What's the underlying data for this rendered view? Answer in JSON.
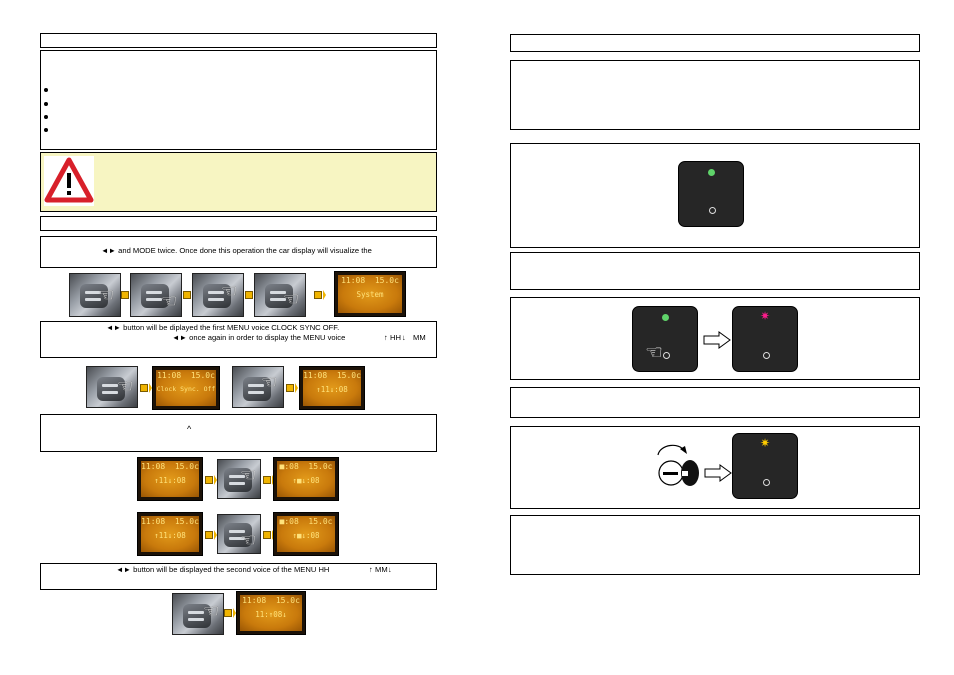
{
  "left_column": {
    "para_mode": "◄► and MODE twice. Once done this operation the car display will visualize the",
    "lcd_step1": {
      "time": "11:08",
      "temp": "15.0c",
      "text": "System"
    },
    "para_menu1_line1": "◄► button will be diplayed the first MENU voice CLOCK SYNC OFF.",
    "para_menu1_line2": "◄► once again in order to display the MENU voice",
    "para_menu1_hh": "HH",
    "para_menu1_mm": "MM",
    "lcd_step2a": {
      "time": "11:08",
      "temp": "15.0c",
      "text": "Clock Sync. Off"
    },
    "lcd_step2b": {
      "time": "11:08",
      "temp": "15.0c",
      "text": "↑11↓:08"
    },
    "para_caret": "^",
    "lcd_step3a": {
      "time": "11:08",
      "temp": "15.0c",
      "text": "↑11↓:08"
    },
    "lcd_step3b": {
      "time": "■:08",
      "temp": "15.0c",
      "text": "↑■↓:08"
    },
    "lcd_step4a": {
      "time": "11:08",
      "temp": "15.0c",
      "text": "↑11↓:08"
    },
    "lcd_step4b": {
      "time": "■:08",
      "temp": "15.0c",
      "text": "↑■↓:08"
    },
    "para_second_voice": "◄► button will be displayed the second voice of the MENU HH",
    "para_second_mm": "MM",
    "lcd_step5": {
      "time": "11:08",
      "temp": "15.0c",
      "text": "11:↑08↓"
    }
  },
  "colors": {
    "warning_bg": "#f7f5c2",
    "led_green": "#5fd36a",
    "led_magenta": "#ff1a8c",
    "led_amber": "#ffcc00",
    "lcd_amber": "#e29a1a"
  }
}
